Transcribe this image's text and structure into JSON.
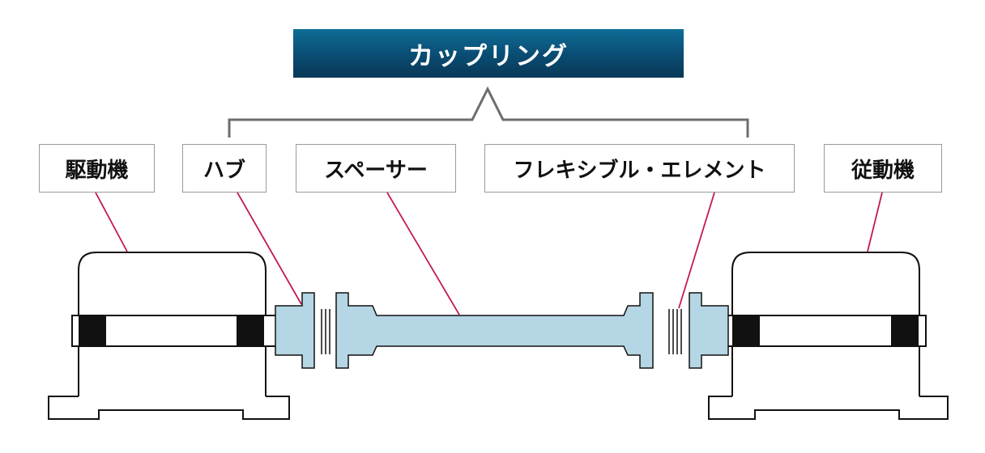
{
  "title": "カップリング",
  "labels": {
    "driver": "駆動機",
    "hub": "ハブ",
    "spacer": "スペーサー",
    "flexible_element": "フレキシブル・エレメント",
    "driven": "従動機"
  },
  "colors": {
    "title_bg": "#0a4c72",
    "coupling_fill": "#b5d6e4",
    "leader_line": "#c2185b",
    "bracket": "#6d6d6d",
    "outline": "#111111"
  }
}
